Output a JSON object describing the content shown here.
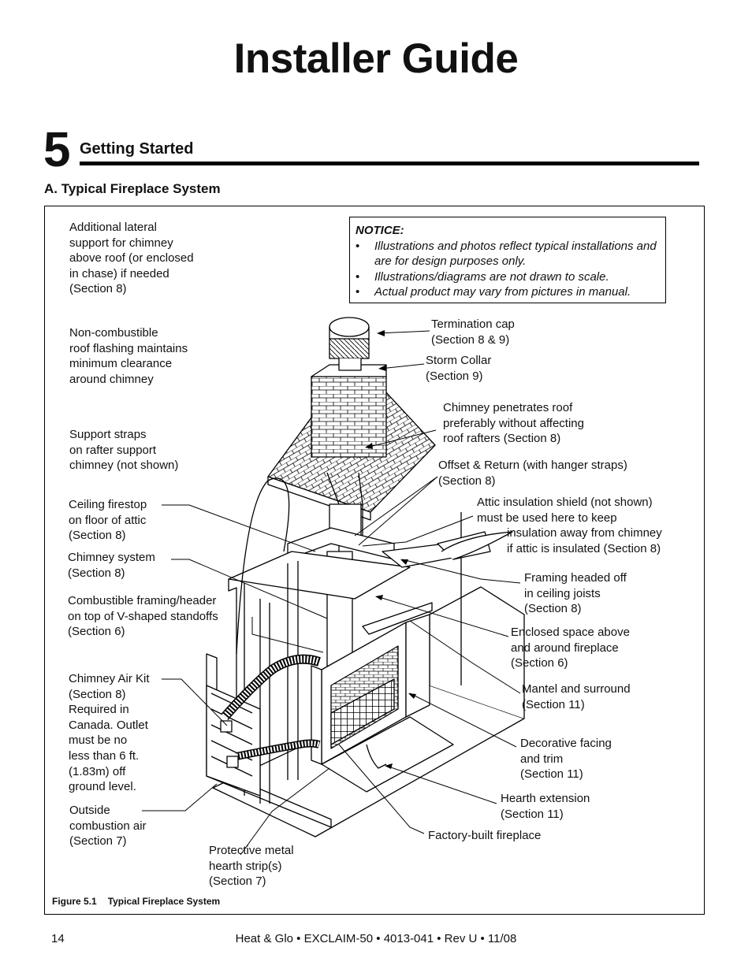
{
  "header": {
    "title": "Installer Guide"
  },
  "section": {
    "number": "5",
    "heading": "Getting Started",
    "subheading": "A. Typical Fireplace System"
  },
  "notice": {
    "title": "NOTICE:",
    "items": [
      "Illustrations and photos reflect typical installations and are for design purposes only.",
      "Illustrations/diagrams are not drawn to scale.",
      "Actual product may vary from pictures in manual."
    ]
  },
  "callouts": {
    "lateral_support": "Additional lateral\nsupport for chimney\nabove roof (or enclosed\nin chase) if needed\n(Section 8)",
    "roof_flashing": "Non-combustible\nroof flashing maintains\nminimum clearance\naround chimney",
    "support_straps": "Support straps\non rafter support\nchimney (not shown)",
    "ceiling_firestop": "Ceiling firestop\non floor of attic\n(Section 8)",
    "chimney_system": "Chimney system\n(Section 8)",
    "combustible_framing": "Combustible framing/header\non top of V-shaped  standoffs\n(Section 6)",
    "chimney_air_kit": "Chimney Air Kit\n(Section 8)\nRequired in\nCanada. Outlet\nmust be no\nless than 6 ft.\n(1.83m) off\nground level.",
    "outside_air": "Outside\ncombustion air\n(Section 7)",
    "hearth_strip": "Protective metal\nhearth strip(s)\n(Section 7)",
    "termination_cap": "Termination cap\n(Section 8 & 9)",
    "storm_collar": "Storm Collar\n(Section 9)",
    "roof_penetration": "Chimney penetrates roof\npreferably without affecting\nroof rafters (Section 8)",
    "offset_return": "Offset & Return (with hanger straps)\n(Section 8)",
    "attic_shield_a": "Attic insulation shield (not shown)\nmust be used here to keep",
    "attic_shield_b": "insulation away from chimney\nif attic is insulated (Section 8)",
    "framing_headed": "Framing headed off\nin ceiling joists\n(Section 8)",
    "enclosed_space": "Enclosed space above\nand around fireplace\n(Section 6)",
    "mantel": "Mantel and surround\n(Section 11)",
    "decorative_facing": "Decorative facing\nand trim\n(Section 11)",
    "hearth_extension": "Hearth extension\n(Section 11)",
    "factory_fireplace": "Factory-built fireplace"
  },
  "figure": {
    "label": "Figure 5.1",
    "title": "Typical Fireplace System"
  },
  "footer": {
    "page_number": "14",
    "text": "Heat & Glo • EXCLAIM-50 • 4013-041 • Rev U • 11/08"
  }
}
